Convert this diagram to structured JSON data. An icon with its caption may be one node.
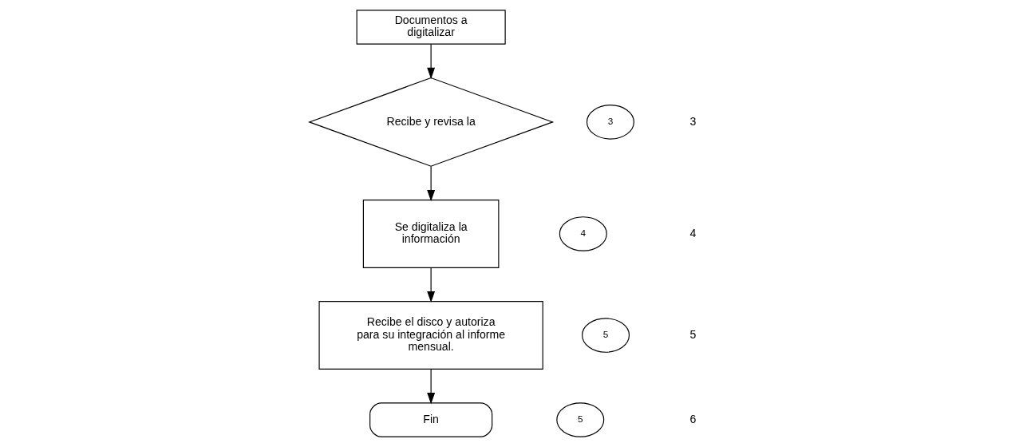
{
  "diagram": {
    "nodes": [
      {
        "text": [
          "Documentos a digitalizar"
        ]
      },
      {
        "text": [
          "Recibe y revisa la"
        ]
      },
      {
        "text": [
          "3"
        ]
      },
      {
        "text": [
          "Se digitaliza la información"
        ]
      },
      {
        "text": [
          "4"
        ]
      },
      {
        "text": [
          "Recibe el disco y autoriza para su integración al informe mensual."
        ]
      },
      {
        "text": [
          "5"
        ]
      },
      {
        "text": [
          "Fin"
        ]
      },
      {
        "text": [
          "5"
        ]
      }
    ],
    "edges": [
      {
        "from": 0,
        "to": 1,
        "arrow": "to"
      },
      {
        "from": 1,
        "to": 3,
        "arrow": "to"
      },
      {
        "from": 3,
        "to": 5,
        "arrow": "to"
      },
      {
        "from": 5,
        "to": 7,
        "arrow": "to"
      }
    ],
    "labels": [
      "3",
      "4",
      "5",
      "6"
    ]
  }
}
